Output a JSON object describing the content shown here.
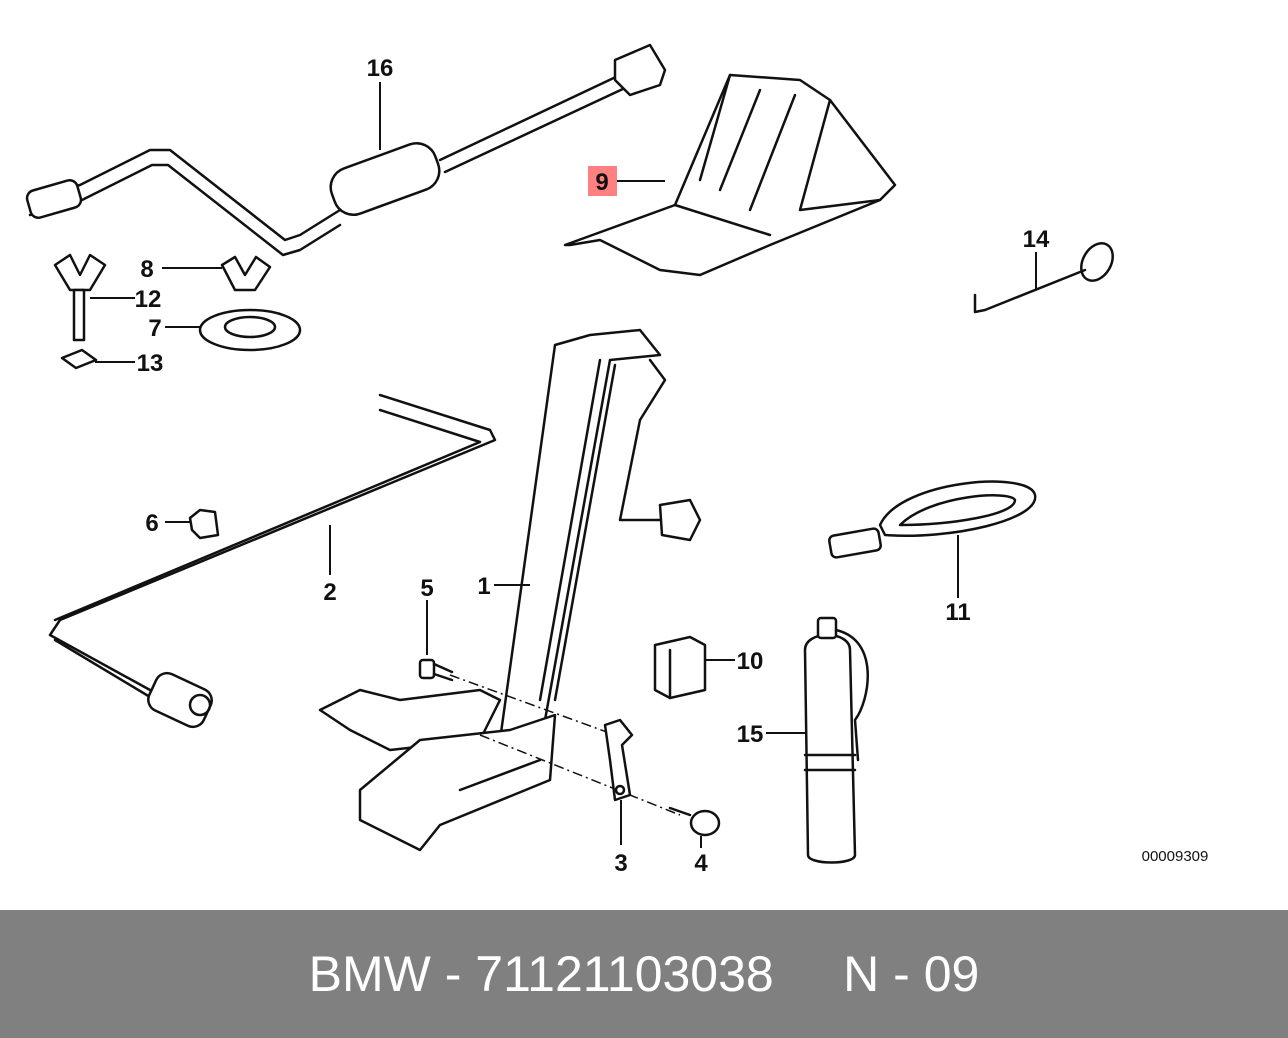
{
  "diagram": {
    "labels": {
      "p1": "1",
      "p2": "2",
      "p3": "3",
      "p4": "4",
      "p5": "5",
      "p6": "6",
      "p7": "7",
      "p8": "8",
      "p9": "9",
      "p10": "10",
      "p11": "11",
      "p12": "12",
      "p13": "13",
      "p14": "14",
      "p15": "15",
      "p16": "16"
    },
    "highlighted_label": "9",
    "highlight_color": "#FF8080",
    "reference_number": "00009309"
  },
  "banner": {
    "brand": "BMW",
    "part_number": "71121103038",
    "page_ref": "N - 09",
    "text": "BMW - 71121103038     N - 09",
    "background": "#808080"
  }
}
